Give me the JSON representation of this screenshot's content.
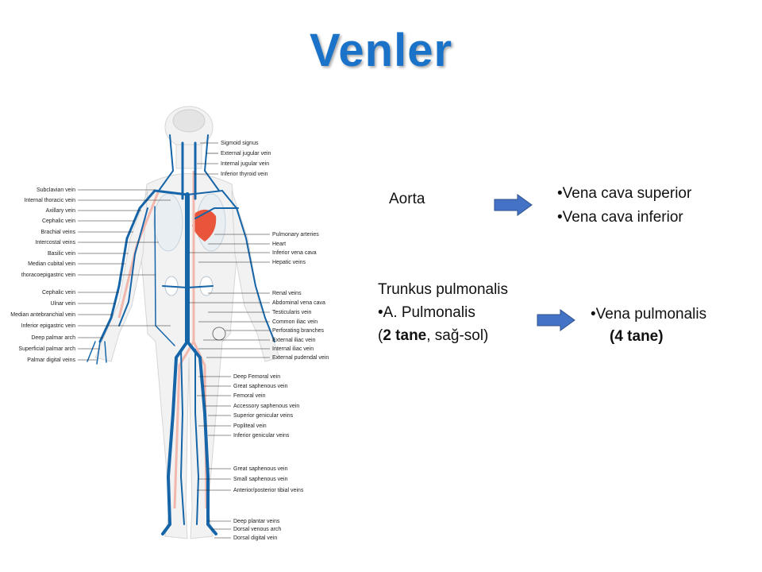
{
  "title": "Venler",
  "labels_left": [
    "Subclavian vein",
    "Internal thoracic vein",
    "Axillary vein",
    "Cephalic vein",
    "Brachial veins",
    "Intercostal veins",
    "Basilic vein",
    "Median cubital vein",
    "thoracoepigastric vein",
    "Cephalic vein",
    "Ulnar vein",
    "Median antebranchial vein",
    "Inferior epigastric vein",
    "Deep palmar arch",
    "Superficial palmar arch",
    "Palmar digital veins"
  ],
  "labels_right": [
    "Sigmoid signus",
    "External jugular vein",
    "Internal jugular vein",
    "Inferior thyroid vein",
    "Pulmonary arteries",
    "Heart",
    "Inferior vena cava",
    "Hepatic veins",
    "Renal veins",
    "Abdominal vena cava",
    "Testicularis vein",
    "Common iliac vein",
    "Perforating branches",
    "External iliac vein",
    "Internal iliac vein",
    "External pudendal vein",
    "Deep Femoral vein",
    "Great saphenous vein",
    "Femoral vein",
    "Accessory saphenous vein",
    "Superior genicular veins",
    "Popliteal vein",
    "Inferior genicular veins",
    "Great saphenous vein",
    "Small saphenous vein",
    "Anterior/posterior tibial veins",
    "Deep plantar veins",
    "Dorsal venous arch",
    "Dorsal digital vein"
  ],
  "text": {
    "aorta": "Aorta",
    "vcs": "•Vena cava superior",
    "vci": "•Vena cava inferior",
    "trunkus": "Trunkus pulmonalis",
    "a_pulm": "•A. Pulmonalis",
    "open_paren": "(",
    "two_tane": "2 tane",
    "sag_sol": ", sağ-sol)",
    "vena_pulm": "•Vena pulmonalis",
    "four_tane": "(4 tane)"
  },
  "colors": {
    "title": "#1a73c8",
    "vein": "#1565a8",
    "arrow": "#4472c4",
    "heart": "#e8553a"
  }
}
